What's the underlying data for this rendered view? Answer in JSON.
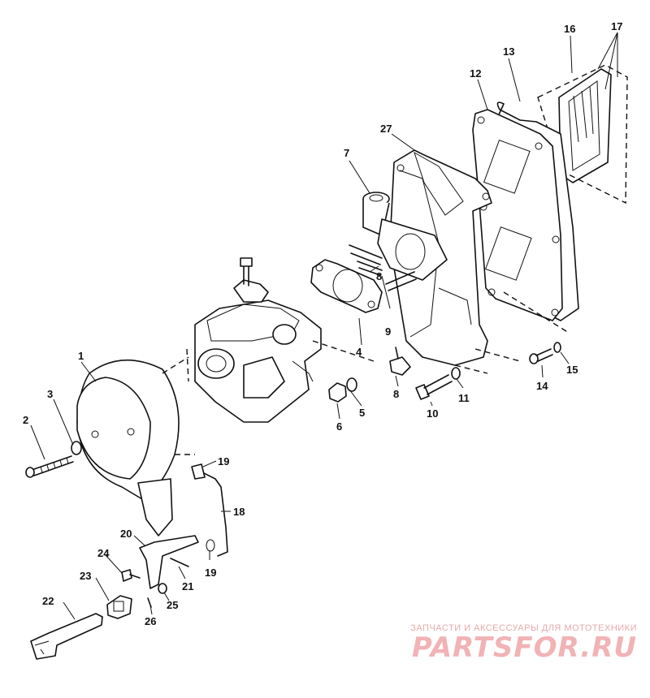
{
  "callouts": [
    "1",
    "2",
    "3",
    "4",
    "5",
    "6",
    "7",
    "8",
    "9",
    "10",
    "11",
    "12",
    "13",
    "14",
    "15",
    "16",
    "17",
    "18",
    "19",
    "20",
    "21",
    "22",
    "23",
    "24",
    "25",
    "26",
    "27"
  ],
  "watermark": {
    "caption": "ЗАПЧАСТИ И АКСЕССУАРЫ ДЛЯ МОТОТЕХНИКИ",
    "logo": "PARTSFOR.RU"
  }
}
